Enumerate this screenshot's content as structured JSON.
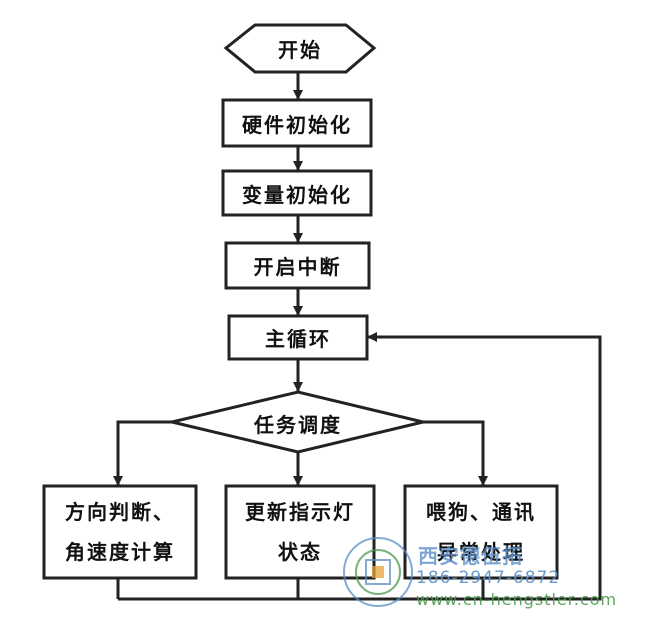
{
  "nodes": {
    "start": "开始",
    "hw_init": "硬件初始化",
    "var_init": "变量初始化",
    "enable_int": "开启中断",
    "main_loop": "主循环",
    "task_sched": "任务调度",
    "task_left_1": "方向判断、",
    "task_left_2": "角速度计算",
    "task_mid_1": "更新指示灯",
    "task_mid_2": "状态",
    "task_right_1": "喂狗、通讯",
    "task_right_2": "异常处理"
  },
  "watermark": {
    "company": "西安德伍拓",
    "phone": "186-2947-6872",
    "url": "www.cn-hengstler.com"
  },
  "colors": {
    "line": "#222222",
    "watermark_blue": "#5b8fc8",
    "watermark_green": "#4a9a4a"
  }
}
